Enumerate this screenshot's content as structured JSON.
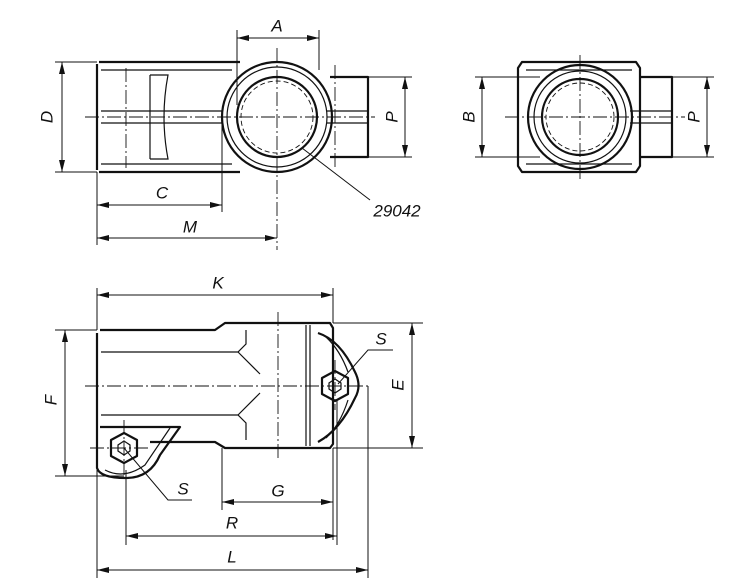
{
  "drawing": {
    "top_left_view": {
      "dims": {
        "A": "A",
        "D": "D",
        "P": "P",
        "C": "C",
        "M": "M"
      },
      "part_ref": "29042"
    },
    "top_right_view": {
      "dims": {
        "B": "B",
        "P": "P"
      }
    },
    "bottom_view": {
      "dims": {
        "K": "K",
        "F": "F",
        "E": "E",
        "S1": "S",
        "S2": "S",
        "G": "G",
        "R": "R",
        "L": "L"
      }
    }
  }
}
